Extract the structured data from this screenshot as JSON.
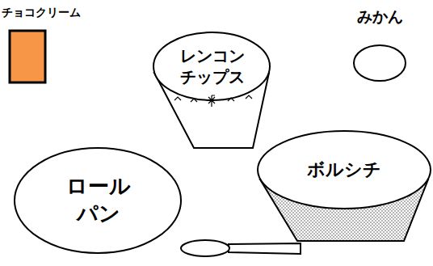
{
  "diagram": {
    "nodes": [
      {
        "text": [
          "チョコクリーム"
        ]
      },
      {
        "text": [
          "レンコン チップス"
        ]
      },
      {
        "text": [
          "みかん"
        ]
      },
      {
        "text": [
          "ロール パン"
        ]
      },
      {
        "text": [
          "ボルシチ"
        ]
      }
    ]
  }
}
